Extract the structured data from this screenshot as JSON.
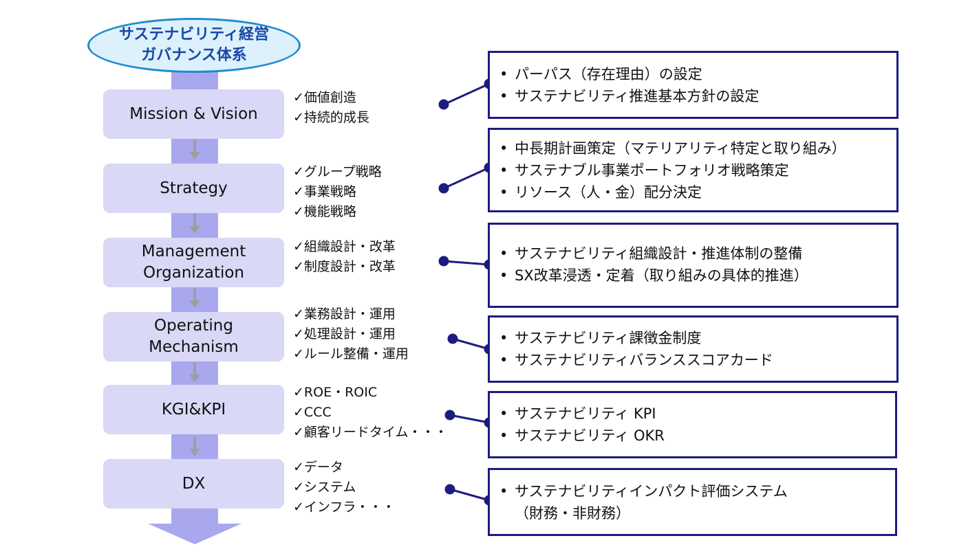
{
  "title": {
    "line1": "サステナビリティ経営",
    "line2": "ガバナンス体系"
  },
  "colors": {
    "flow": "#a9a7ee",
    "stage_fill": "#d9d8f6",
    "box_border": "#1c1c80",
    "connector": "#1c1c80",
    "ellipse_fill": "#dcf1fb",
    "ellipse_border": "#1f8cd0",
    "title_text": "#1a47a8"
  },
  "stages": [
    {
      "label": [
        "Mission & Vision"
      ],
      "checks": [
        "価値創造",
        "持続的成長"
      ],
      "bullets": [
        "パーパス（存在理由）の設定",
        "サステナビリティ推進基本方針の設定"
      ]
    },
    {
      "label": [
        "Strategy"
      ],
      "checks": [
        "グループ戦略",
        "事業戦略",
        "機能戦略"
      ],
      "bullets": [
        "中長期計画策定（マテリアリティ特定と取り組み）",
        "サステナブル事業ポートフォリオ戦略策定",
        "リソース（人・金）配分決定"
      ]
    },
    {
      "label": [
        "Management",
        "Organization"
      ],
      "checks": [
        "組織設計・改革",
        "制度設計・改革"
      ],
      "bullets": [
        "サステナビリティ組織設計・推進体制の整備",
        "SX改革浸透・定着（取り組みの具体的推進）"
      ]
    },
    {
      "label": [
        "Operating",
        "Mechanism"
      ],
      "checks": [
        "業務設計・運用",
        "処理設計・運用",
        "ルール整備・運用"
      ],
      "bullets": [
        "サステナビリティ課徴金制度",
        "サステナビリティバランススコアカード"
      ]
    },
    {
      "label": [
        "KGI&KPI"
      ],
      "checks": [
        "ROE・ROIC",
        "CCC",
        "顧客リードタイム・・・"
      ],
      "bullets": [
        "サステナビリティ KPI",
        "サステナビリティ OKR"
      ]
    },
    {
      "label": [
        "DX"
      ],
      "checks": [
        "データ",
        "システム",
        "インフラ・・・"
      ],
      "bullets": [
        "サステナビリティインパクト評価システム"
      ],
      "bullet_continuation": "（財務・非財務）"
    }
  ]
}
